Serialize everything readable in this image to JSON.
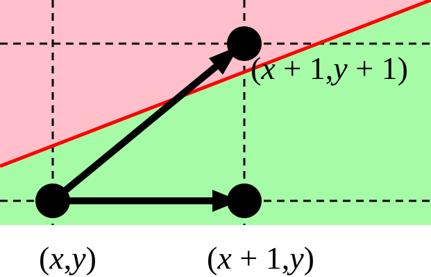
{
  "colors": {
    "upper_region": "#ffc0cb",
    "lower_region": "#a6fca6",
    "boundary_line": "#ff0000",
    "grid": "#000000",
    "arrows": "#000000",
    "points": "#000000"
  },
  "labels": {
    "origin": {
      "open": "(",
      "x": "x",
      "comma": ",",
      "y": "y",
      "close": ")"
    },
    "right": {
      "open": "(",
      "x": "x",
      "plus": " + 1,",
      "y": "y",
      "close": ")"
    },
    "diagonal": {
      "open": "(",
      "x": "x",
      "plus1": " + 1,",
      "y": "y",
      "plus2": " + 1",
      "close": ")"
    }
  },
  "icons": {
    "arrow_head": "triangle-arrow-icon",
    "grid_point": "filled-circle-icon"
  }
}
